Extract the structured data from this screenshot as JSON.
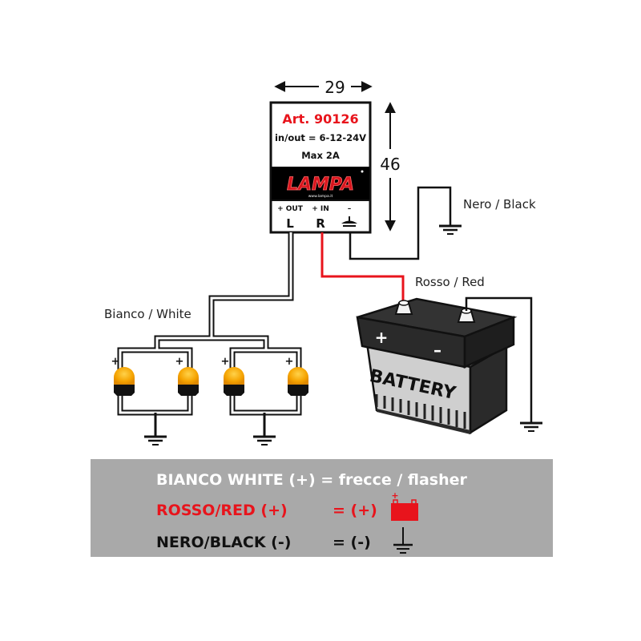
{
  "dimensions": {
    "width_label": "29",
    "height_label": "46"
  },
  "module": {
    "article": "Art. 90126",
    "voltage": "in/out = 6-12-24V",
    "max_current": "Max 2A",
    "brand": "LAMPA",
    "website": "www.lampa.it",
    "terminals": [
      {
        "top": "+ OUT",
        "bottom": "L"
      },
      {
        "top": "+ IN",
        "bottom": "R"
      },
      {
        "top": "–",
        "bottom": "ground-symbol"
      }
    ]
  },
  "wire_labels": {
    "black": "Nero / Black",
    "red": "Rosso / Red",
    "white": "Bianco / White"
  },
  "battery": {
    "label": "BATTERY",
    "plus": "+",
    "minus": "–"
  },
  "bulbs": [
    {
      "polarity": "+"
    },
    {
      "polarity": "+"
    },
    {
      "polarity": "+"
    },
    {
      "polarity": "+"
    }
  ],
  "legend": {
    "rows": [
      {
        "left": "BIANCO WHITE (+) = frecce / flasher",
        "right": "",
        "color": "#ffffff",
        "icon": ""
      },
      {
        "left": "ROSSO/RED (+)",
        "right": "= (+)",
        "color": "#e8141c",
        "icon": "battery-icon"
      },
      {
        "left": "NERO/BLACK (-)",
        "right": "= (-)",
        "color": "#111111",
        "icon": "ground-icon"
      }
    ],
    "background": "#a9a9a9"
  },
  "colors": {
    "red_wire": "#e8141c",
    "bulb": "#f5a300",
    "battery_top": "#2a2a2a",
    "battery_body": "#cfcfcf"
  }
}
